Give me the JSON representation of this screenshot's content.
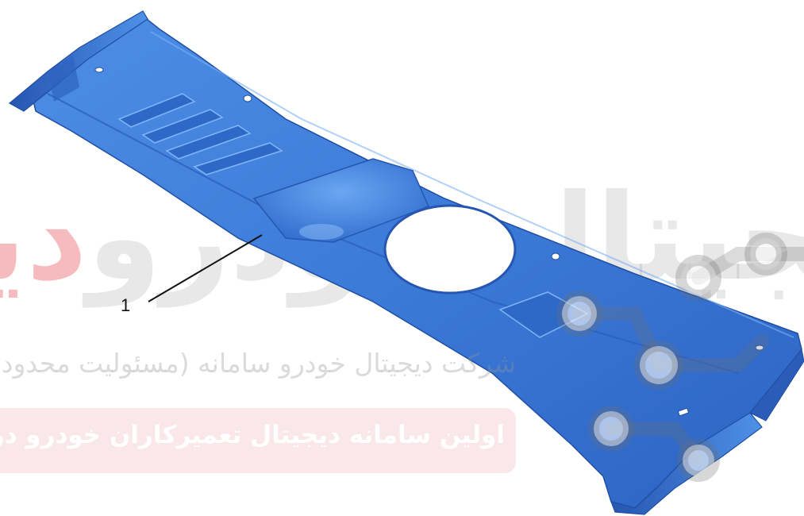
{
  "diagram": {
    "part_color": "#3a7bd9",
    "callout": {
      "number": "1"
    }
  },
  "watermark": {
    "logo_text": "دیجیتال خودرو",
    "company_line": "شرکت دیجیتال خودرو سامانه (مسئولیت محدود)",
    "slogan": "اولین سامانه دیجیتال تعمیرکاران خودرو در ایران",
    "logo_color": "#e63c46",
    "banner_color": "#eeaaaf"
  }
}
